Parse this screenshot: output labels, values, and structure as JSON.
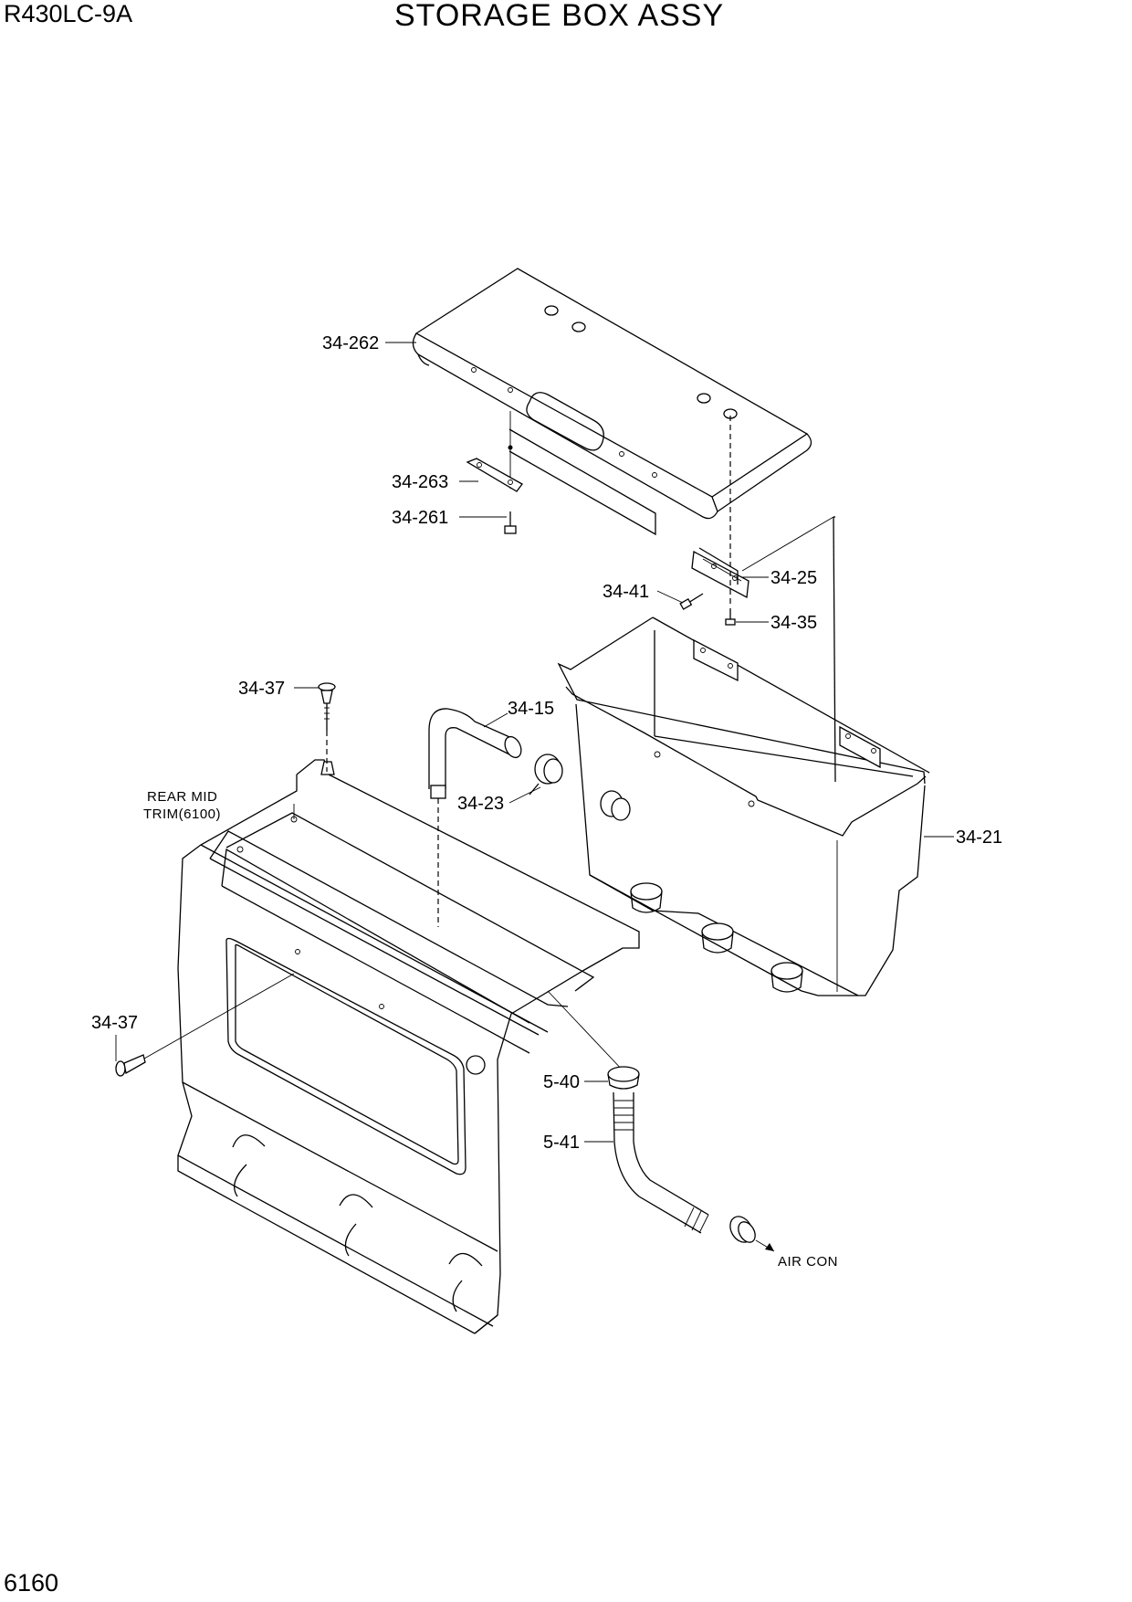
{
  "header": {
    "model": "R430LC-9A",
    "title": "STORAGE BOX ASSY"
  },
  "footer": {
    "page_number": "6160"
  },
  "callouts": {
    "c_34_262": "34-262",
    "c_34_263": "34-263",
    "c_34_261": "34-261",
    "c_34_41": "34-41",
    "c_34_25": "34-25",
    "c_34_35": "34-35",
    "c_34_37_top": "34-37",
    "c_34_15": "34-15",
    "c_34_23": "34-23",
    "c_34_21": "34-21",
    "c_34_37_left": "34-37",
    "c_5_40": "5-40",
    "c_5_41": "5-41"
  },
  "notes": {
    "rear_mid_line1": "REAR MID",
    "rear_mid_line2": "TRIM(6100)",
    "air_con": "AIR CON"
  }
}
